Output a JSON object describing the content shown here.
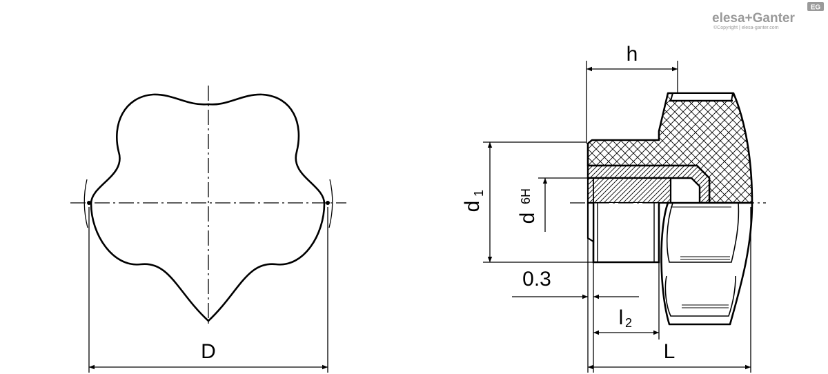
{
  "brand": {
    "logo_text": "elesa+Ganter",
    "copyright": "©Copyright | elesa-ganter.com",
    "badge": "EG"
  },
  "dimensions": {
    "D": "D",
    "h": "h",
    "d1_main": "d",
    "d1_sub": "1",
    "d6h_main": "d",
    "d6h_sub": "6H",
    "offset": "0.3",
    "l2_main": "l",
    "l2_sub": "2",
    "L": "L"
  }
}
